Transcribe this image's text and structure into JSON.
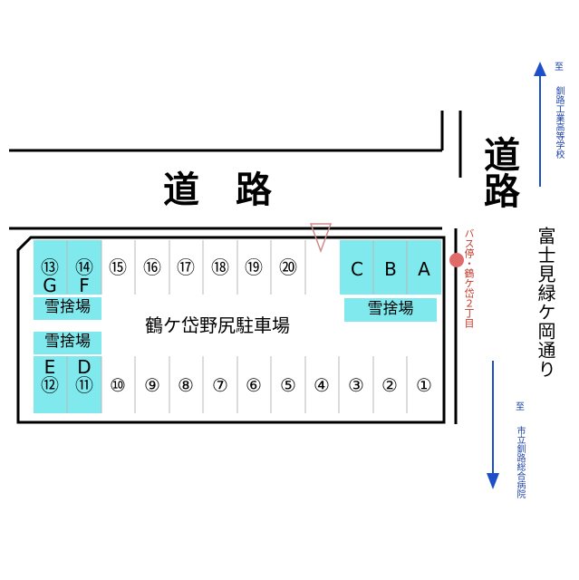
{
  "road_top_label": "道　路",
  "road_right_label": "道路",
  "lot_title": "鶴ケ岱野尻駐車場",
  "street_name": "富士見緑ケ岡通り",
  "bus_stop": "バス停・鶴ケ岱２丁目",
  "north_direction": {
    "head": "至",
    "destination": "釧路工業高等学校"
  },
  "south_direction": {
    "head": "至",
    "destination": "市立釧路総合病院"
  },
  "snow_area_label": "雪捨場",
  "top_row_spaces": [
    {
      "num": "⑬",
      "letter": "G"
    },
    {
      "num": "⑭",
      "letter": "F"
    },
    {
      "num": "⑮"
    },
    {
      "num": "⑯"
    },
    {
      "num": "⑰"
    },
    {
      "num": "⑱"
    },
    {
      "num": "⑲"
    },
    {
      "num": "⑳"
    }
  ],
  "top_right_spaces": [
    "C",
    "B",
    "A"
  ],
  "bottom_row_spaces": [
    {
      "num": "⑫",
      "letter": "E"
    },
    {
      "num": "⑪",
      "letter": "D"
    },
    {
      "num": "⑩"
    },
    {
      "num": "⑨"
    },
    {
      "num": "⑧"
    },
    {
      "num": "⑦"
    },
    {
      "num": "⑥"
    },
    {
      "num": "⑤"
    },
    {
      "num": "④"
    },
    {
      "num": "③"
    },
    {
      "num": "②"
    },
    {
      "num": "①"
    }
  ],
  "colors": {
    "snow_area": "#7fe9ee",
    "arrow": "#1f4fc8",
    "bus_stop": "#e06b6b",
    "bus_text": "#c0392b"
  }
}
